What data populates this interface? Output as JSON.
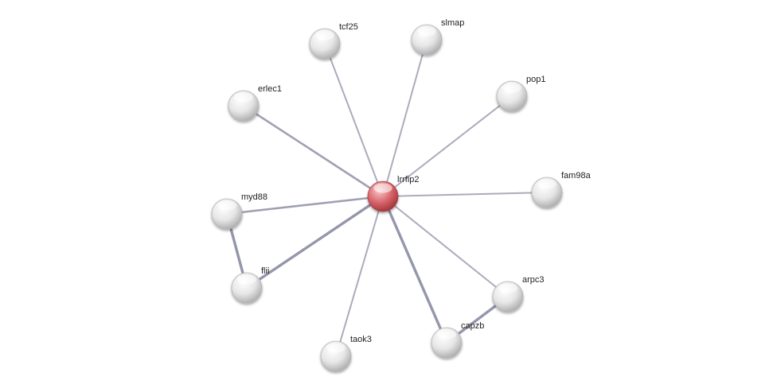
{
  "network": {
    "center": {
      "id": "lrrfip2",
      "label": "lrrfip2",
      "color": "#d95b62"
    },
    "neighbor_color": "#e4e4e4",
    "edge_color": "#8e90a6",
    "nodes": [
      {
        "id": "tcf25",
        "label": "tcf25"
      },
      {
        "id": "slmap",
        "label": "slmap"
      },
      {
        "id": "pop1",
        "label": "pop1"
      },
      {
        "id": "erlec1",
        "label": "erlec1"
      },
      {
        "id": "fam98a",
        "label": "fam98a"
      },
      {
        "id": "myd88",
        "label": "myd88"
      },
      {
        "id": "flii",
        "label": "flii"
      },
      {
        "id": "arpc3",
        "label": "arpc3"
      },
      {
        "id": "capzb",
        "label": "capzb"
      },
      {
        "id": "taok3",
        "label": "taok3"
      }
    ],
    "edges": [
      {
        "source": "lrrfip2",
        "target": "tcf25",
        "strength": "weak"
      },
      {
        "source": "lrrfip2",
        "target": "slmap",
        "strength": "weak"
      },
      {
        "source": "lrrfip2",
        "target": "pop1",
        "strength": "weak"
      },
      {
        "source": "lrrfip2",
        "target": "erlec1",
        "strength": "medium"
      },
      {
        "source": "lrrfip2",
        "target": "fam98a",
        "strength": "weak"
      },
      {
        "source": "lrrfip2",
        "target": "myd88",
        "strength": "medium"
      },
      {
        "source": "lrrfip2",
        "target": "flii",
        "strength": "strong"
      },
      {
        "source": "lrrfip2",
        "target": "arpc3",
        "strength": "weak"
      },
      {
        "source": "lrrfip2",
        "target": "capzb",
        "strength": "strong"
      },
      {
        "source": "lrrfip2",
        "target": "taok3",
        "strength": "weak"
      },
      {
        "source": "myd88",
        "target": "flii",
        "strength": "strong"
      },
      {
        "source": "arpc3",
        "target": "capzb",
        "strength": "strong"
      }
    ]
  }
}
